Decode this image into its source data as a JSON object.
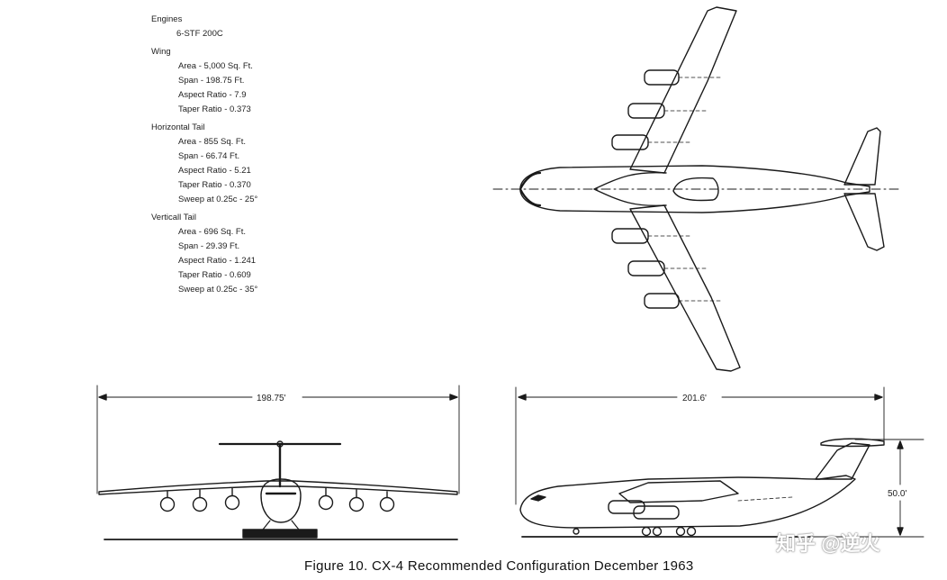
{
  "specs": {
    "engines": {
      "title": "Engines",
      "value": "6-STF 200C"
    },
    "wing": {
      "title": "Wing",
      "items": [
        "Area - 5,000 Sq. Ft.",
        "Span - 198.75 Ft.",
        "Aspect Ratio - 7.9",
        "Taper Ratio - 0.373"
      ]
    },
    "horizontal_tail": {
      "title": "Horizontal Tail",
      "items": [
        "Area - 855 Sq. Ft.",
        "Span - 66.74 Ft.",
        "Aspect Ratio - 5.21",
        "Taper Ratio - 0.370",
        "Sweep at 0.25c - 25°"
      ]
    },
    "vertical_tail": {
      "title": "Verticall Tail",
      "items": [
        "Area - 696 Sq. Ft.",
        "Span - 29.39 Ft.",
        "Aspect Ratio - 1.241",
        "Taper Ratio - 0.609",
        "Sweep at 0.25c - 35°"
      ]
    }
  },
  "dimensions": {
    "front_span": "198.75'",
    "side_length": "201.6'",
    "side_height": "50.0'"
  },
  "caption": "Figure 10.  CX-4 Recommended Configuration December 1963",
  "watermark": "知乎 @逆火"
}
